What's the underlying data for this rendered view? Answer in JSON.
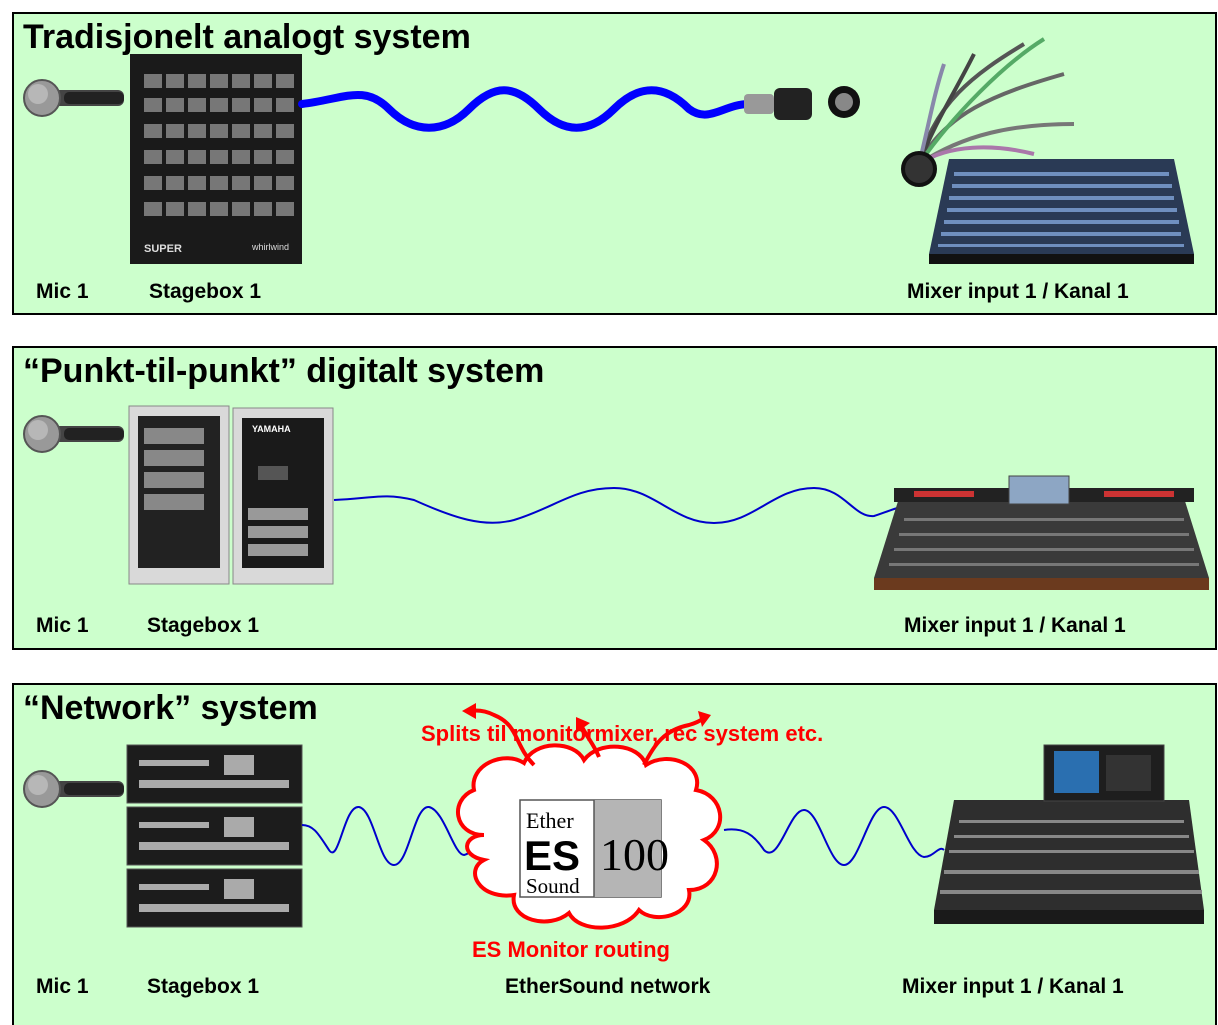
{
  "panels": [
    {
      "title": "Tradisjonelt analogt system",
      "labels": {
        "mic": "Mic 1",
        "stagebox": "Stagebox 1",
        "mixer": "Mixer input 1 / Kanal 1"
      },
      "stagebox_brand_left": "SUPER",
      "stagebox_brand_right": "whirlwind"
    },
    {
      "title": "“Punkt-til-punkt” digitalt system",
      "labels": {
        "mic": "Mic 1",
        "stagebox": "Stagebox 1",
        "mixer": "Mixer input 1 / Kanal 1"
      },
      "stagebox_brand": "YAMAHA"
    },
    {
      "title": "“Network” system",
      "labels": {
        "mic": "Mic 1",
        "stagebox": "Stagebox 1",
        "network": "EtherSound network",
        "mixer": "Mixer input 1 / Kanal 1"
      },
      "splits_text": "Splits til monitormixer, rec system etc.",
      "routing_text": "ES Monitor routing",
      "logo": {
        "line1": "Ether",
        "line2": "ES",
        "line3": "Sound",
        "number": "100"
      }
    }
  ],
  "colors": {
    "panel_bg": "#ccffcc",
    "cable_analog": "#0000ff",
    "cable_digital": "#0000cc",
    "accent_red": "#ff0000"
  }
}
